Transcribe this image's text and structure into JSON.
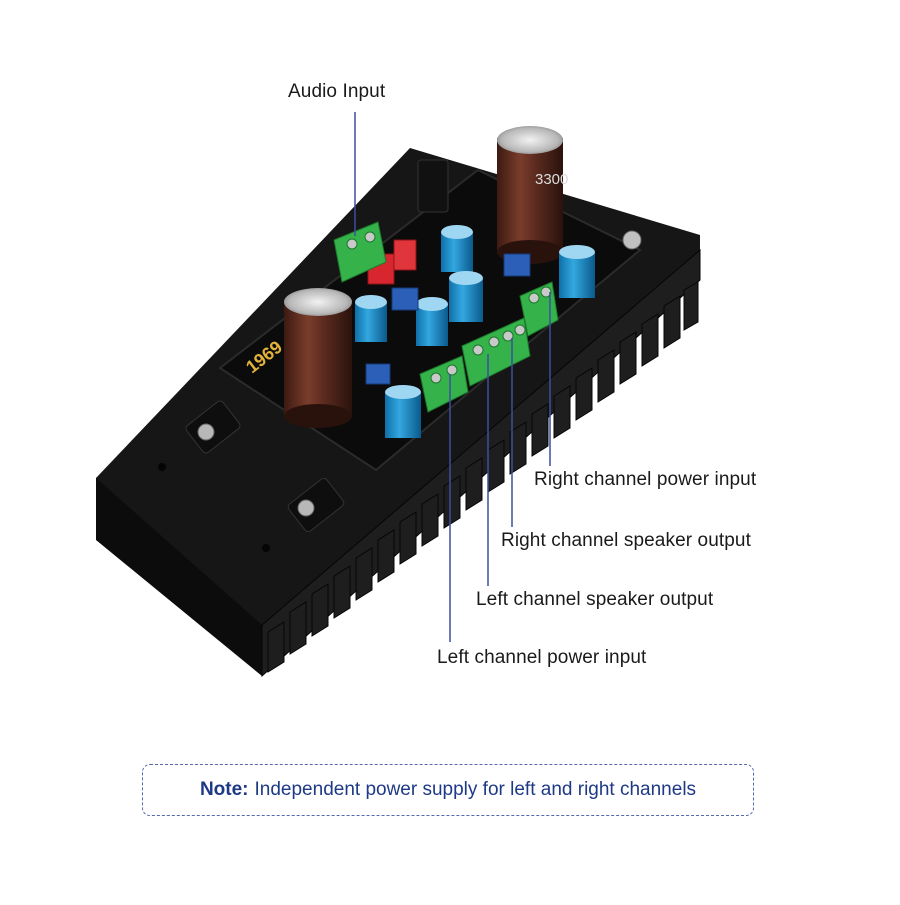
{
  "labels": {
    "audio_input": "Audio Input",
    "right_power": "Right channel power input",
    "right_speaker": "Right channel speaker output",
    "left_speaker": "Left channel speaker output",
    "left_power": "Left channel power input"
  },
  "board_marking": "1969",
  "capacitor_marking": "3300",
  "note": {
    "title": "Note:",
    "text": "Independent power supply for left and right channels"
  },
  "colors": {
    "heatsink": "#151515",
    "pcb": "#0d0d0d",
    "terminal_green": "#35b24a",
    "leader_line": "#3d4fa0",
    "note_text": "#1e3a86"
  }
}
